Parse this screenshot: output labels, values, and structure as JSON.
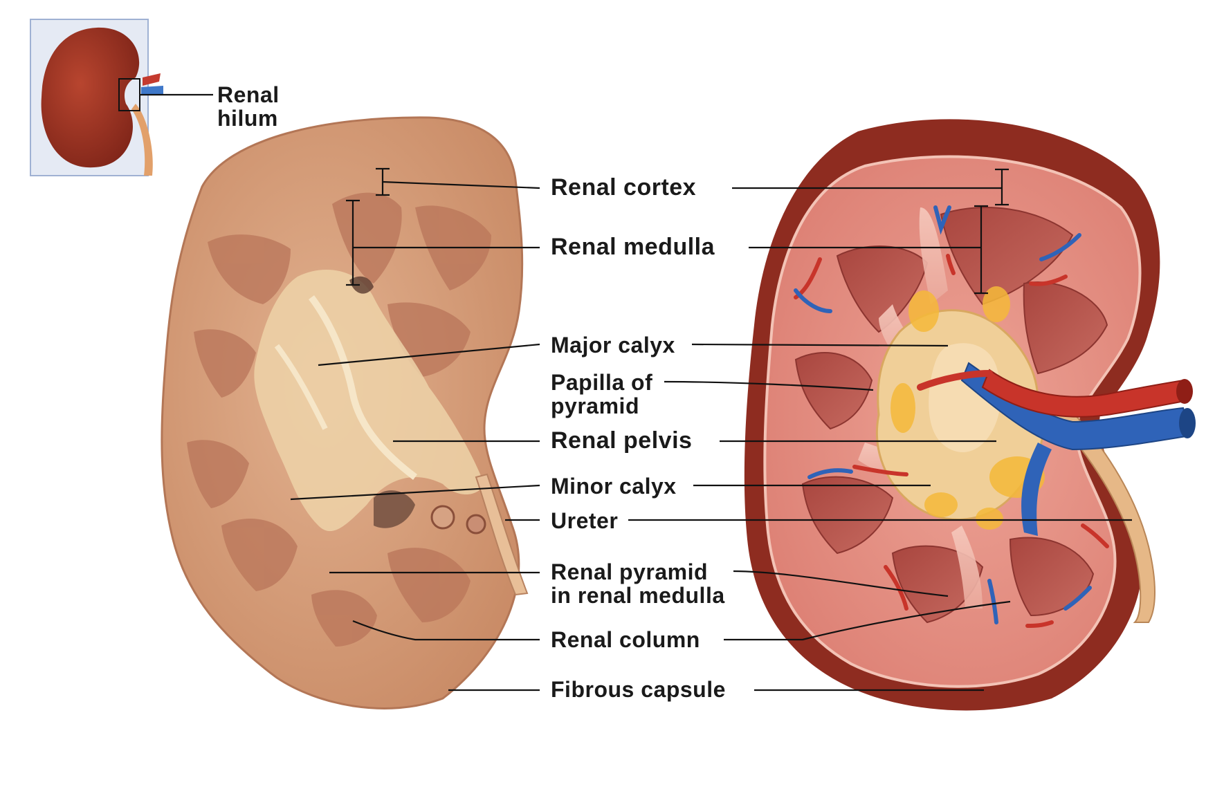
{
  "labels": {
    "renal_hilum": [
      "Renal",
      "hilum"
    ],
    "renal_cortex": "Renal cortex",
    "renal_medulla": "Renal medulla",
    "major_calyx": "Major calyx",
    "papilla_of_pyramid": [
      "Papilla of",
      "pyramid"
    ],
    "renal_pelvis": "Renal pelvis",
    "minor_calyx": "Minor calyx",
    "ureter": "Ureter",
    "renal_pyramid": [
      "Renal pyramid",
      "in renal medulla"
    ],
    "renal_column": "Renal column",
    "fibrous_capsule": "Fibrous capsule"
  },
  "colors": {
    "kidney_dark": "#8e2c20",
    "specimen_tan": "#d9a27f",
    "cortex_pink": "#e6938a",
    "medulla_pyramid": "#b5524a",
    "pelvis_yellow": "#f0cf98",
    "artery_red": "#c8342a",
    "vein_blue": "#2f63b8"
  }
}
